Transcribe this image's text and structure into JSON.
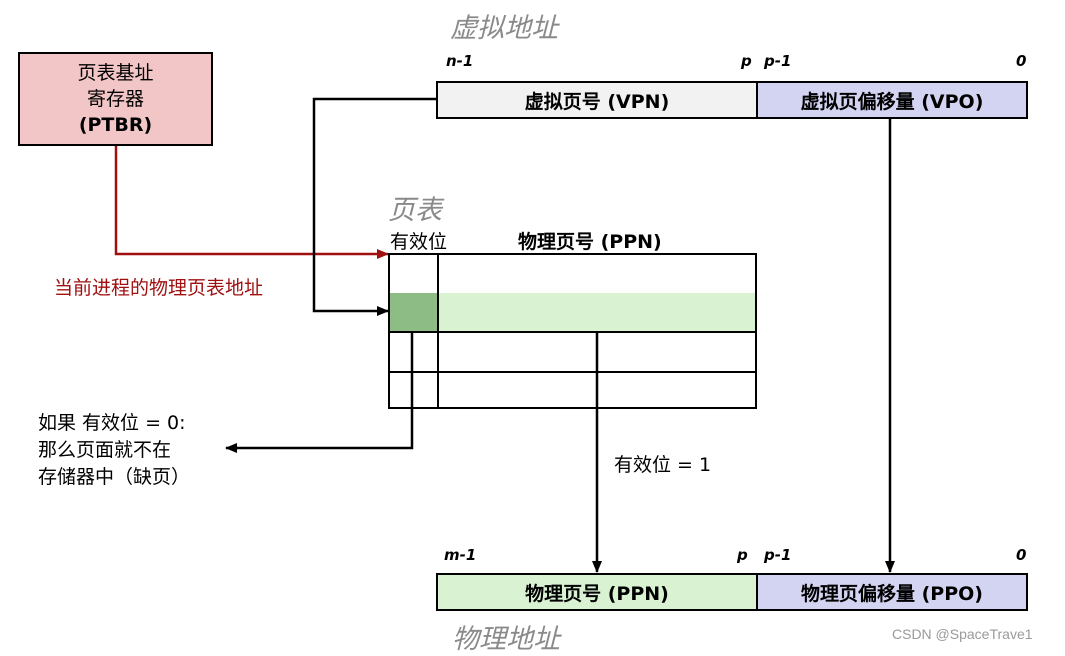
{
  "virtual_address": {
    "heading": "虚拟地址",
    "bit_labels": [
      "n-1",
      "p",
      "p-1",
      "0"
    ],
    "vpn_label": "虚拟页号 (VPN)",
    "vpo_label": "虚拟页偏移量 (VPO)"
  },
  "ptbr": {
    "line1": "页表基址",
    "line2": "寄存器",
    "line3": "(PTBR)"
  },
  "page_table": {
    "heading": "页表",
    "valid_header": "有效位",
    "ppn_header": "物理页号 (PPN)",
    "row_count": 4,
    "highlighted_row": 2
  },
  "annotations": {
    "current_pt_address": "当前进程的物理页表地址",
    "valid_zero": [
      "如果 有效位 = 0:",
      "那么页面就不在",
      "存储器中（缺页）"
    ],
    "valid_one": "有效位 = 1"
  },
  "physical_address": {
    "heading": "物理地址",
    "bit_labels": [
      "m-1",
      "p",
      "p-1",
      "0"
    ],
    "ppn_label": "物理页号 (PPN)",
    "ppo_label": "物理页偏移量 (PPO)"
  },
  "watermark": "CSDN @SpaceTrave1",
  "colors": {
    "ptbr_fill": "#f2c6c6",
    "vpn_fill": "#f2f2f2",
    "offset_fill": "#d3d3f2",
    "ppn_fill": "#d8f2d2",
    "valid_cell_fill": "#8dbd84",
    "red_arrow": "#a01010",
    "red_text": "#a01010",
    "heading_gray": "#8a8a8a"
  }
}
